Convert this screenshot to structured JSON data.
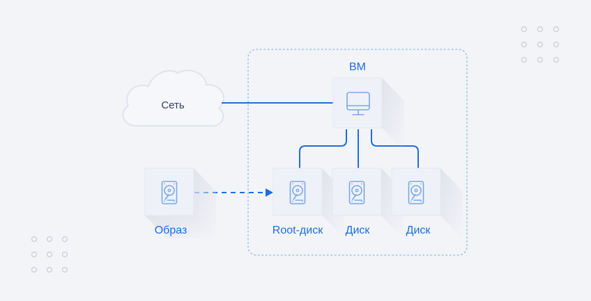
{
  "diagram": {
    "nodes": {
      "network": {
        "label": "Сеть",
        "icon": "cloud-icon"
      },
      "vm": {
        "label": "ВМ",
        "icon": "monitor-icon"
      },
      "image": {
        "label": "Образ",
        "icon": "hard-drive-icon"
      },
      "root_disk": {
        "label": "Root-диск",
        "icon": "hard-drive-icon"
      },
      "disk_1": {
        "label": "Диск",
        "icon": "hard-drive-icon"
      },
      "disk_2": {
        "label": "Диск",
        "icon": "hard-drive-icon"
      }
    },
    "edges": [
      {
        "from": "network",
        "to": "vm",
        "style": "solid"
      },
      {
        "from": "vm",
        "to": "root_disk",
        "style": "solid"
      },
      {
        "from": "vm",
        "to": "disk_1",
        "style": "solid"
      },
      {
        "from": "vm",
        "to": "disk_2",
        "style": "solid"
      },
      {
        "from": "image",
        "to": "root_disk",
        "style": "dashed-arrow"
      }
    ],
    "colors": {
      "accent": "#1a6ee0",
      "icon_stroke": "#7aa8e6",
      "tile_face": "#eef1f8",
      "group_border": "#9cc2ee",
      "background": "#f3f4f8"
    }
  }
}
